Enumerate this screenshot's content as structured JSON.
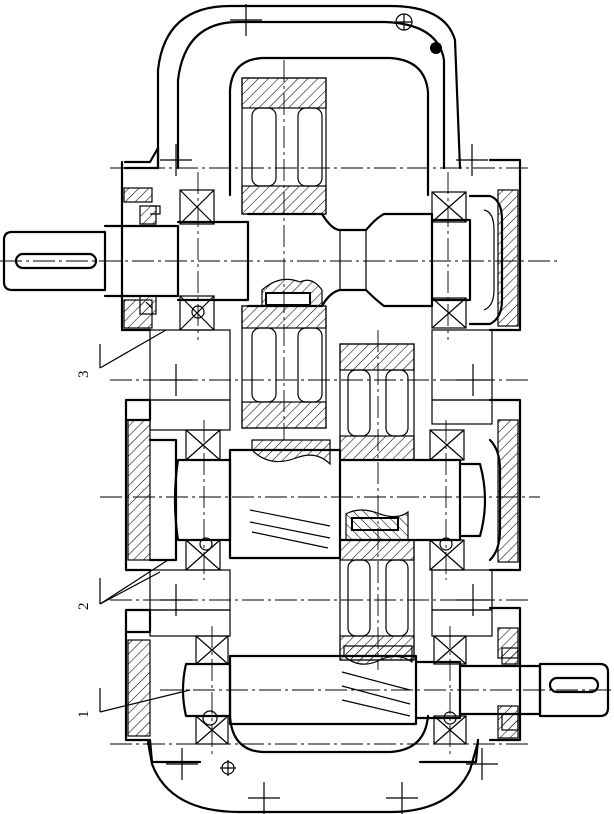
{
  "drawing": {
    "part_labels": [
      {
        "id": "3",
        "text": "3"
      },
      {
        "id": "2",
        "text": "2"
      },
      {
        "id": "1",
        "text": "1"
      }
    ],
    "colors": {
      "line": "#000000",
      "background": "#ffffff"
    }
  }
}
